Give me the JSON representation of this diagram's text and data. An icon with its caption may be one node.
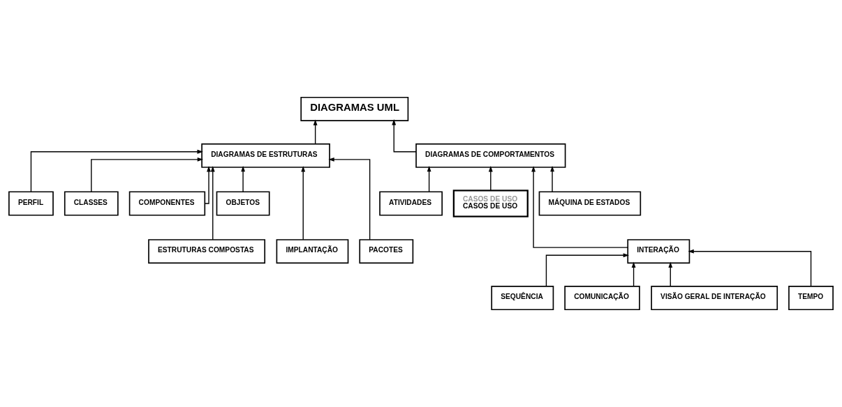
{
  "diagram": {
    "nodes": [
      {
        "text": [
          "DIAGRAMAS UML"
        ]
      },
      {
        "text": [
          "DIAGRAMAS DE ESTRUTURAS"
        ]
      },
      {
        "text": [
          "DIAGRAMAS DE COMPORTAMENTOS"
        ]
      },
      {
        "text": [
          "PERFIL"
        ]
      },
      {
        "text": [
          "CLASSES"
        ]
      },
      {
        "text": [
          "COMPONENTES"
        ]
      },
      {
        "text": [
          "OBJETOS"
        ]
      },
      {
        "text": [
          "ATIVIDADES"
        ]
      },
      {
        "text": [
          "CASOS DE USO",
          "CASOS DE USO"
        ]
      },
      {
        "text": [
          "MÁQUINA DE ESTADOS"
        ]
      },
      {
        "text": [
          "INTERAÇÃO"
        ]
      },
      {
        "text": [
          "ESTRUTURAS COMPOSTAS"
        ]
      },
      {
        "text": [
          "IMPLANTAÇÃO"
        ]
      },
      {
        "text": [
          "PACOTES"
        ]
      },
      {
        "text": [
          "SEQUÊNCIA"
        ]
      },
      {
        "text": [
          "COMUNICAÇÃO"
        ]
      },
      {
        "text": [
          "VISÃO GERAL DE INTERAÇÃO"
        ]
      },
      {
        "text": [
          "TEMPO"
        ]
      }
    ],
    "edges": [
      {
        "from": 1,
        "to": 0,
        "arrow": "to"
      },
      {
        "from": 2,
        "to": 0,
        "arrow": "to"
      },
      {
        "from": 3,
        "to": 1,
        "arrow": "to"
      },
      {
        "from": 11,
        "to": 1,
        "arrow": "to"
      },
      {
        "from": 4,
        "to": 1,
        "arrow": "to"
      },
      {
        "from": 12,
        "to": 1,
        "arrow": "to"
      },
      {
        "from": 5,
        "to": 1,
        "arrow": "to"
      },
      {
        "from": 13,
        "to": 1,
        "arrow": "to"
      },
      {
        "from": 6,
        "to": 1,
        "arrow": "to"
      },
      {
        "from": 7,
        "to": 2,
        "arrow": "to"
      },
      {
        "from": 10,
        "to": 2,
        "arrow": "to"
      },
      {
        "from": 8,
        "to": 2,
        "arrow": "to"
      },
      {
        "from": 9,
        "to": 2,
        "arrow": "to"
      },
      {
        "from": 14,
        "to": 10,
        "arrow": "to"
      },
      {
        "from": 15,
        "to": 10,
        "arrow": "to"
      },
      {
        "from": 16,
        "to": 10,
        "arrow": "to"
      },
      {
        "from": 17,
        "to": 10,
        "arrow": "to"
      }
    ]
  }
}
